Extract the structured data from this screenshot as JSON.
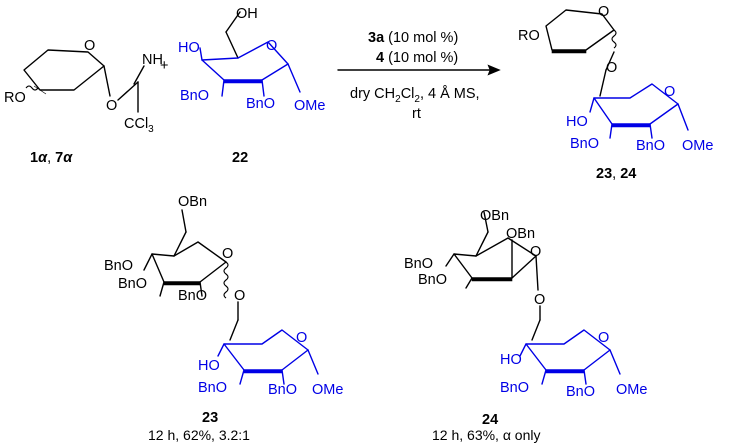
{
  "labels": {
    "donor_ro": "RO",
    "donor_o_ring": "O",
    "donor_o_link": "O",
    "donor_nh": "NH",
    "donor_ccl3": "CCl",
    "donor_ccl3_sub": "3",
    "plus": "+",
    "acc_oh_top": "OH",
    "acc_ho": "HO",
    "acc_o_ring": "O",
    "acc_bno_left": "BnO",
    "acc_bno_mid": "BnO",
    "acc_ome": "OMe",
    "prod_ro": "RO",
    "prod_o_ring": "O",
    "prod_o_link": "O",
    "prod_o_ring2": "O",
    "prod_ho": "HO",
    "prod_bno_left": "BnO",
    "prod_bno_mid": "BnO",
    "prod_ome": "OMe"
  },
  "compound_ids": {
    "donor": [
      "1",
      "α",
      "7",
      "α"
    ],
    "acceptor": "22",
    "products": [
      "23",
      "24"
    ]
  },
  "conditions": {
    "line1_bold": "3a",
    "line1_rest": " (10 mol %)",
    "line2_bold": "4",
    "line2_rest": " (10 mol %)",
    "line3_a": "dry CH",
    "line3_sub1": "2",
    "line3_b": "Cl",
    "line3_sub2": "2",
    "line3_c": ", 4 Å MS,",
    "line4": "rt"
  },
  "structure_23": {
    "bno_6": "OBn",
    "bno_4": "BnO",
    "bno_3": "BnO",
    "bno_2": "BnO",
    "o_ring": "O",
    "o_link": "O",
    "o_ring2": "O",
    "ho": "HO",
    "bno_a": "BnO",
    "bno_b": "BnO",
    "ome": "OMe",
    "id": "23",
    "caption": "12 h, 62%, 3.2:1"
  },
  "structure_24": {
    "bno_6": "OBn",
    "bno_2": "OBn",
    "bno_4": "BnO",
    "bno_3": "BnO",
    "o_ring": "O",
    "o_link": "O",
    "o_ring2": "O",
    "ho": "HO",
    "bno_a": "BnO",
    "bno_b": "BnO",
    "ome": "OMe",
    "id": "24",
    "caption": "12 h, 63%, α only"
  },
  "colors": {
    "acceptor_blue": "#0000e6",
    "bonds": "#000000"
  }
}
